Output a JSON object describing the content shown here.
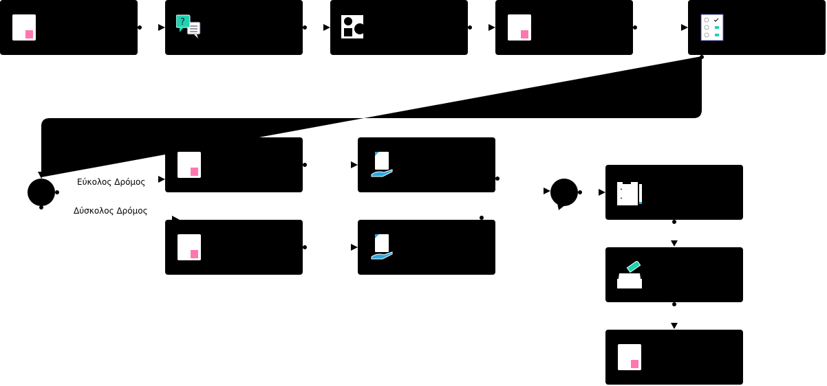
{
  "branches": {
    "easy": "Εύκολος Δρόμος",
    "hard": "Δύσκολος Δρόμος"
  },
  "colors": {
    "pink": "#ff77b0",
    "teal": "#1fd3b0",
    "blue": "#2aa9e0"
  },
  "nodes": [
    {
      "id": "n1",
      "icon": "document-icon"
    },
    {
      "id": "n2",
      "icon": "question-chat-icon"
    },
    {
      "id": "n3",
      "icon": "shapes-icon"
    },
    {
      "id": "n4",
      "icon": "document-icon"
    },
    {
      "id": "n5",
      "icon": "checklist-icon"
    },
    {
      "id": "n6",
      "icon": "document-icon"
    },
    {
      "id": "n7",
      "icon": "document-hand-icon"
    },
    {
      "id": "n8",
      "icon": "document-icon"
    },
    {
      "id": "n9",
      "icon": "document-hand-icon"
    },
    {
      "id": "n10",
      "icon": "clipboard-pencil-icon"
    },
    {
      "id": "n11",
      "icon": "ballot-box-icon"
    },
    {
      "id": "n12",
      "icon": "document-icon"
    }
  ]
}
